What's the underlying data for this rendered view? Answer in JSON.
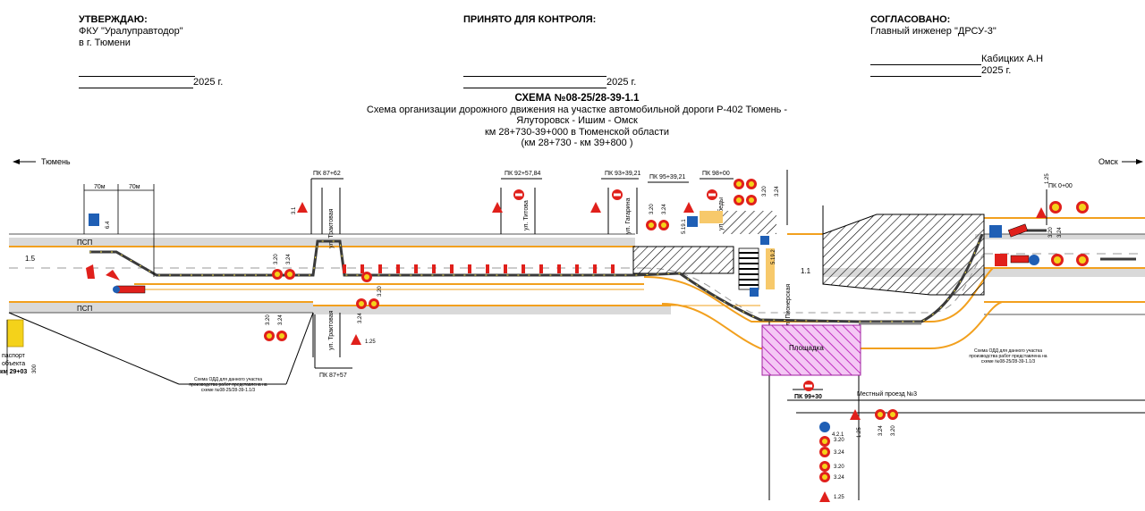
{
  "approve": {
    "heading": "УТВЕРЖДАЮ:",
    "org": "ФКУ \"Уралуправтодор\"",
    "city": "в г. Тюмени",
    "date": "2025 г."
  },
  "control": {
    "heading": "ПРИНЯТО ДЛЯ КОНТРОЛЯ:",
    "date": "2025 г."
  },
  "agreed": {
    "heading": "СОГЛАСОВАНО:",
    "role": "Главный инженер \"ДРСУ-3\"",
    "name": "Кабицких  А.Н",
    "date": "2025 г."
  },
  "scheme": {
    "number": "СХЕМА №08-25/28-39-1.1",
    "line1": "Схема организации дорожного движения на участке автомобильной дороги Р-402 Тюмень -",
    "line2": "Ялуторовск - Ишим - Омск",
    "line3": "км 28+730-39+000 в Тюменской области",
    "line4": "(км 28+730 - км 39+800 )"
  },
  "directions": {
    "left": "Тюмень",
    "right": "Омск"
  },
  "pickets": {
    "pk1": "ПК 87+62",
    "pk2": "ПК 92+57,84",
    "pk3": "ПК 93+39,21",
    "pk4": "ПК 95+39,21",
    "pk5": "ПК 98+00",
    "pk6": "ПК 0+00",
    "pk7": "ПК 87+57",
    "pk8": "ПК 99+30"
  },
  "distances": {
    "d1": "70м",
    "d2": "70м"
  },
  "streets": {
    "s1": "ул. Трактовая",
    "s2": "ул. Титова",
    "s3": "ул. Гагарина",
    "s4": "ул. Победы",
    "s5": "ул. Трактовая",
    "s6": "ул. Пионерская",
    "local": "Местный проезд №3"
  },
  "road": {
    "psp_top": "ПСП",
    "psp_bottom": "ПСП",
    "line_code": "1.5",
    "line_code2": "1.1"
  },
  "passport": {
    "l1": "паспорт",
    "l2": "объекта",
    "l3": "км 29+03"
  },
  "notes": {
    "left": "Схема ОДД для данного участка производства работ представлена на схеме №08-25/28-39-1.1/3",
    "right": "Схема ОДД для данного участка производства работ представлена на схеме №08-25/28-39-1.1/3",
    "hatch": "Площадка"
  },
  "signs": {
    "c1": "3.20",
    "c2": "3.24",
    "c3": "3.20",
    "c4": "3.24",
    "c5": "1.25",
    "c6": "3.20",
    "c7": "3.24",
    "c8": "3.20",
    "c9": "3.24",
    "c10": "6.4",
    "c11": "5.19.1",
    "c12": "3.20",
    "c13": "3.24",
    "c14": "1.25",
    "c15": "3.20",
    "c16": "3.24",
    "c17": "4.2.1",
    "c18": "1.25",
    "c19": "5.19.2",
    "c20": "3.20",
    "c21": "3.24",
    "c22": "5.19.1",
    "c23": "3.20",
    "c24": "3.24",
    "c25": "5.19.1",
    "c26": "1.25",
    "c27": "3.24",
    "c28": "3.20",
    "c29": "3.1",
    "c30": "3.24",
    "c31": "3.20",
    "c32": "1.25",
    "c33": "300"
  },
  "colors": {
    "edge": "#f2a01e",
    "shoulder": "#d9d9d9",
    "fence": "#3a3a3a",
    "cone": "#e0201b",
    "hatch": "#cc33cc",
    "blue": "#1f5fb5"
  }
}
